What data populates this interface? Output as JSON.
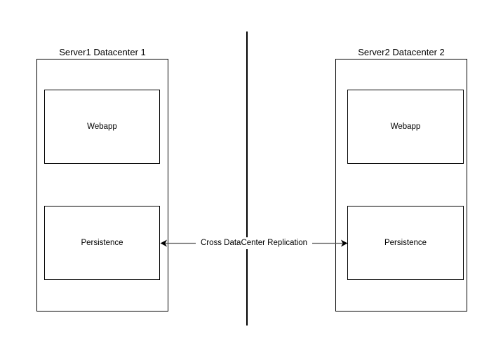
{
  "datacenters": [
    {
      "title": "Server1 Datacenter 1",
      "components": [
        "Webapp",
        "Persistence"
      ]
    },
    {
      "title": "Server2 Datacenter 2",
      "components": [
        "Webapp",
        "Persistence"
      ]
    }
  ],
  "replication": {
    "label": "Cross DataCenter Replication",
    "direction": "bidirectional"
  },
  "colors": {
    "line": "#000000",
    "connector": "#555555",
    "background": "#ffffff"
  }
}
